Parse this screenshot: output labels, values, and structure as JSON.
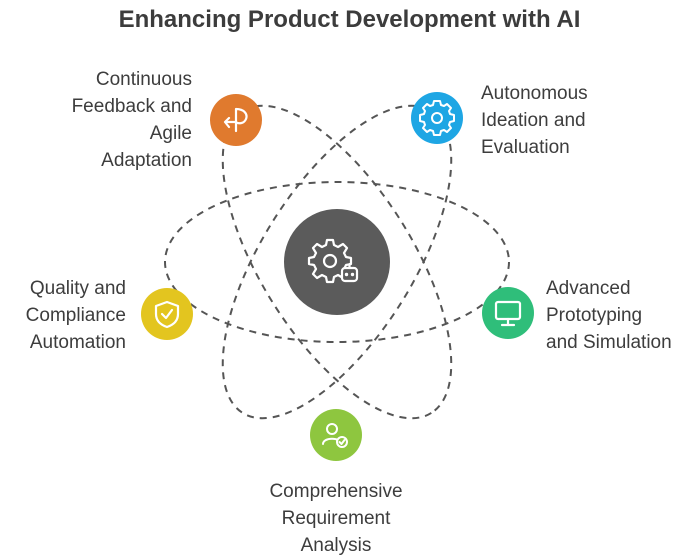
{
  "title": "Enhancing Product Development with AI",
  "center": {
    "icon": "gear-robot-icon",
    "color": "#5b5b5b"
  },
  "nodes": [
    {
      "id": "continuous",
      "label": "Continuous\nFeedback and\nAgile\nAdaptation",
      "icon": "loop-arrow-icon",
      "color": "#e07a2e"
    },
    {
      "id": "autonomous",
      "label": "Autonomous\nIdeation and\nEvaluation",
      "icon": "gear-icon",
      "color": "#1ea6e4"
    },
    {
      "id": "advanced",
      "label": "Advanced\nPrototyping\nand Simulation",
      "icon": "monitor-icon",
      "color": "#2fbe7a"
    },
    {
      "id": "comprehensive",
      "label": "Comprehensive\nRequirement\nAnalysis",
      "icon": "user-check-icon",
      "color": "#8ec63f"
    },
    {
      "id": "quality",
      "label": "Quality and\nCompliance\nAutomation",
      "icon": "shield-check-icon",
      "color": "#e3c51f"
    }
  ]
}
